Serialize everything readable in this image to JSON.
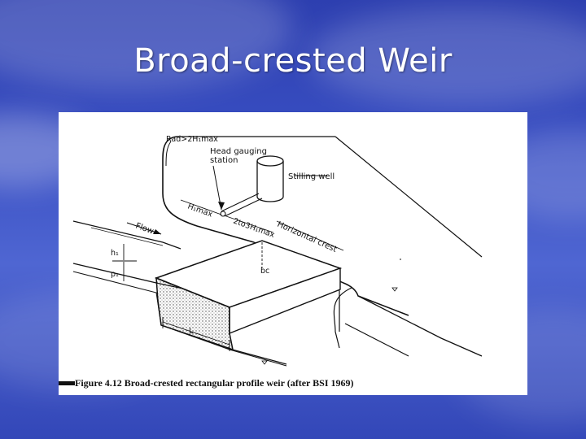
{
  "slide": {
    "title": "Broad-crested Weir"
  },
  "figure": {
    "labels": {
      "rad": "Rad>2H₁max",
      "head_gauging": "Head gauging",
      "station": "station",
      "stilling_well": "Stilling well",
      "hmax": "H₁max",
      "dist": "2to3H₁max",
      "horizontal_crest": "Horizontal crest",
      "flow": "Flow",
      "h1": "h₁",
      "p1": "p₁",
      "bc": "bc",
      "L": "L"
    },
    "caption": "Figure 4.12 Broad-crested rectangular profile weir (after BSI 1969)"
  }
}
